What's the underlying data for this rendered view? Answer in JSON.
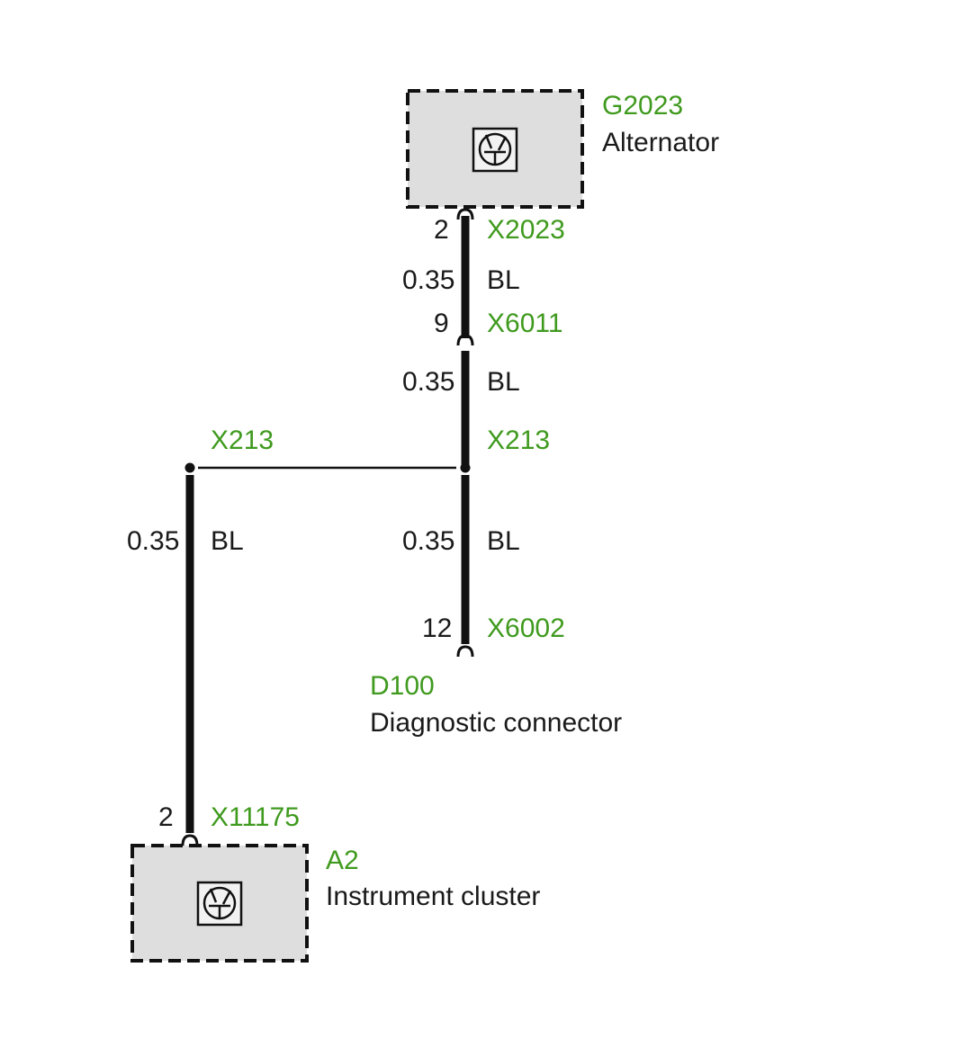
{
  "components": {
    "alternator": {
      "id": "G2023",
      "name": "Alternator"
    },
    "diagnostic": {
      "id": "D100",
      "name": "Diagnostic connector"
    },
    "cluster": {
      "id": "A2",
      "name": "Instrument cluster"
    }
  },
  "connectors": {
    "x2023": {
      "id": "X2023",
      "pin": "2"
    },
    "x6011": {
      "id": "X6011",
      "pin": "9"
    },
    "x213_right": {
      "id": "X213"
    },
    "x213_left": {
      "id": "X213"
    },
    "x6002": {
      "id": "X6002",
      "pin": "12"
    },
    "x11175": {
      "id": "X11175",
      "pin": "2"
    }
  },
  "wires": {
    "alt_to_x6011": {
      "gauge": "0.35",
      "color": "BL"
    },
    "x6011_to_x213": {
      "gauge": "0.35",
      "color": "BL"
    },
    "x213_to_x6002": {
      "gauge": "0.35",
      "color": "BL"
    },
    "x213_to_x11175": {
      "gauge": "0.35",
      "color": "BL"
    }
  },
  "colors": {
    "label_id": "#3f9a1e",
    "wire": "#111111",
    "component_fill": "#dedede"
  }
}
